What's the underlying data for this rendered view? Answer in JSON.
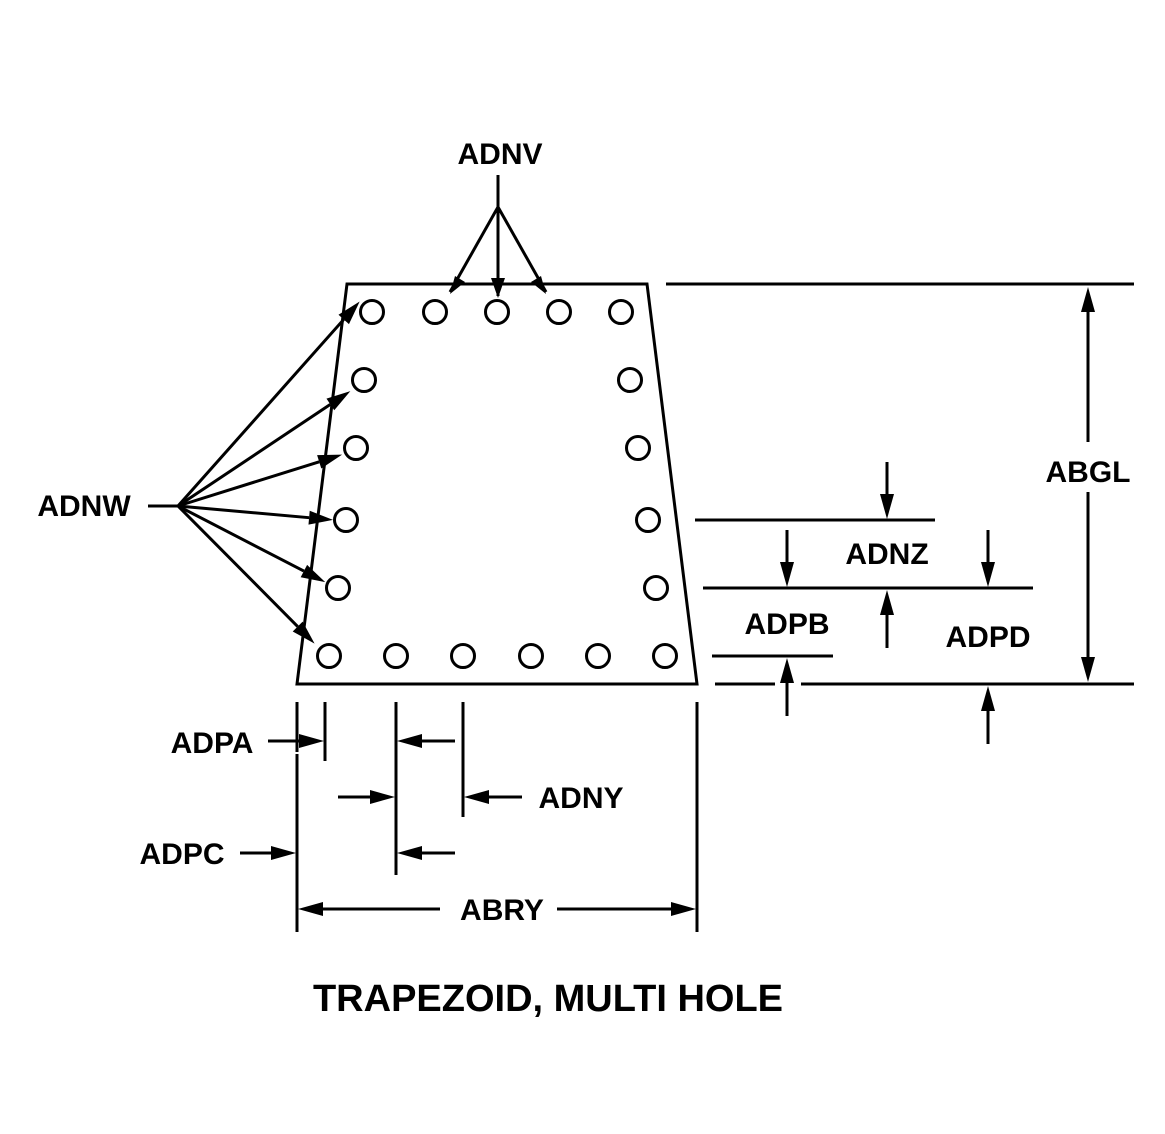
{
  "diagram": {
    "caption": "TRAPEZOID, MULTI HOLE",
    "shape": "trapezoid",
    "hole_counts": {
      "top_row": 5,
      "left_side": 4,
      "right_side": 4,
      "bottom_row": 6
    },
    "labels": {
      "ADNV": "ADNV",
      "ADNW": "ADNW",
      "ABGL": "ABGL",
      "ADNZ": "ADNZ",
      "ADPB": "ADPB",
      "ADPD": "ADPD",
      "ADPA": "ADPA",
      "ADNY": "ADNY",
      "ADPC": "ADPC",
      "ABRY": "ABRY"
    },
    "colors": {
      "line": "#000000",
      "background": "#ffffff"
    }
  }
}
